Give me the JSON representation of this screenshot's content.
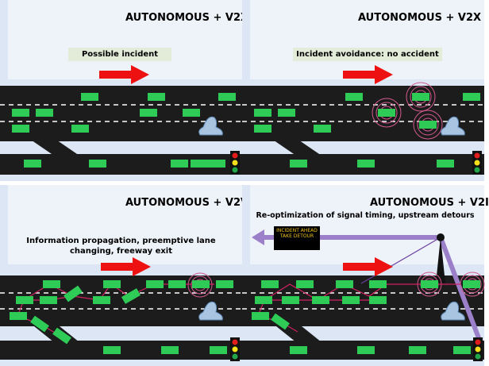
{
  "panels": [
    {
      "title": "AUTONOMOUS + V2X",
      "caption": "Possible incident"
    },
    {
      "title": "AUTONOMOUS + V2X",
      "caption": "Incident avoidance: no accident"
    },
    {
      "title": "AUTONOMOUS + V2V",
      "caption": "Information propagation, preemptive lane changing, freeway exit"
    },
    {
      "title": "AUTONOMOUS + V2I",
      "caption": "Re-optimization of signal timing, upstream detours",
      "sign": "INCIDENT AHEAD TAKE DETOUR"
    }
  ],
  "colors": {
    "sky": "#dce6f4",
    "road": "#1c1c1c",
    "car": "#2ecc57",
    "arrow": "#ee1111",
    "link": "#d02262",
    "ring": "#d45a8f",
    "incident": "#a8c4e0",
    "detour": "#9b7fc8"
  }
}
